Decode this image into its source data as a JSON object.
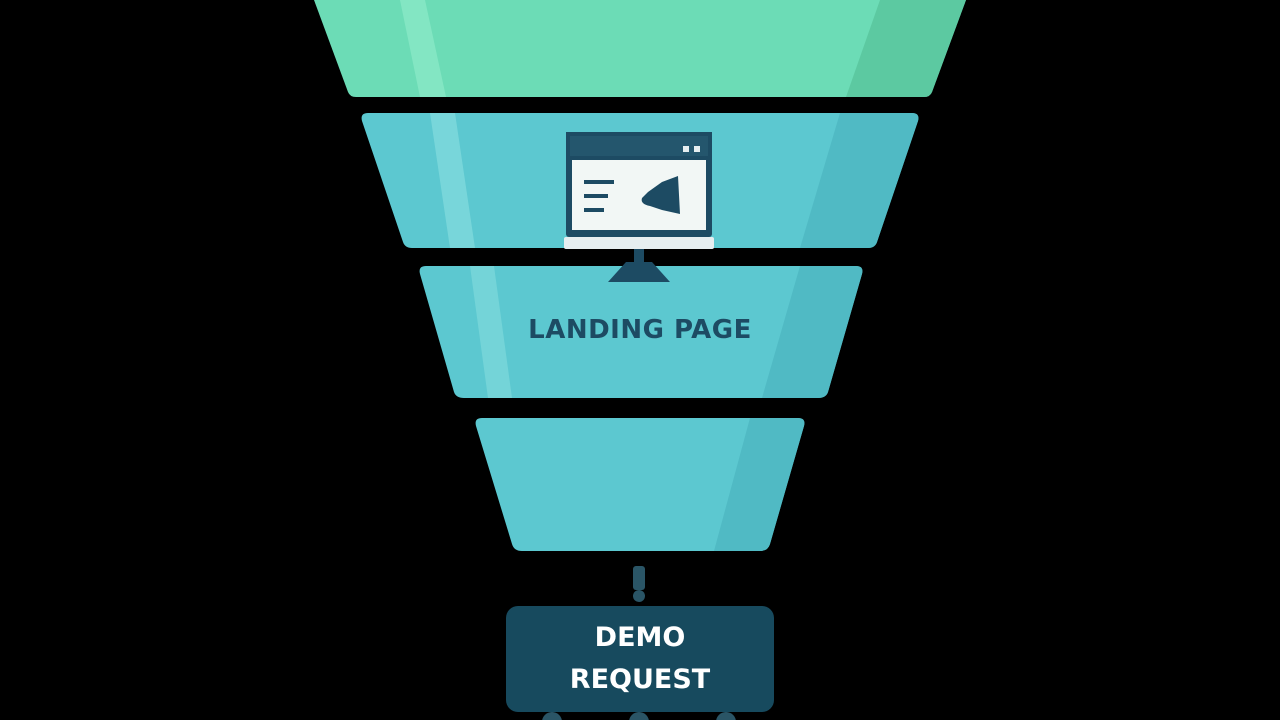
{
  "funnel": {
    "landing_label": "LANDING PAGE",
    "demo_line1": "DEMO",
    "demo_line2": "REQUEST"
  },
  "colors": {
    "background": "#000000",
    "top_segment": "#6cdcb6",
    "middle_segments": "#5cc8d0",
    "label_text": "#1d4b63",
    "demo_box": "#174a5e",
    "demo_text": "#ffffff"
  },
  "icons": [
    "browser-window-icon",
    "monitor-stand-icon",
    "megaphone-icon",
    "connector-icon"
  ]
}
